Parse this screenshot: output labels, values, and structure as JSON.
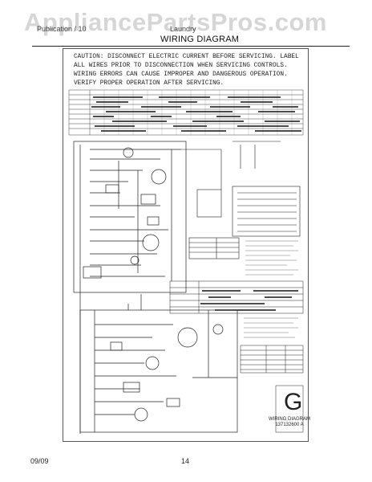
{
  "watermark": "AppliancePartsPros.com",
  "header": {
    "left": "Publication / 10",
    "middle": "Laundry",
    "title": "WIRING DIAGRAM"
  },
  "caution": {
    "lines": [
      "CAUTION: DISCONNECT ELECTRIC CURRENT BEFORE SERVICING. LABEL",
      "ALL WIRES PRIOR TO DISCONNECTION WHEN SERVICING CONTROLS.",
      "WIRING ERRORS CAN CAUSE IMPROPER AND DANGEROUS OPERATION.",
      "VERIFY PROPER OPERATION AFTER SERVICING."
    ]
  },
  "diagram": {
    "letter": "G",
    "label_line1": "WIRING DIAGRAM",
    "label_line2": "137132600 A"
  },
  "footer": {
    "date": "09/09",
    "page": "14"
  }
}
